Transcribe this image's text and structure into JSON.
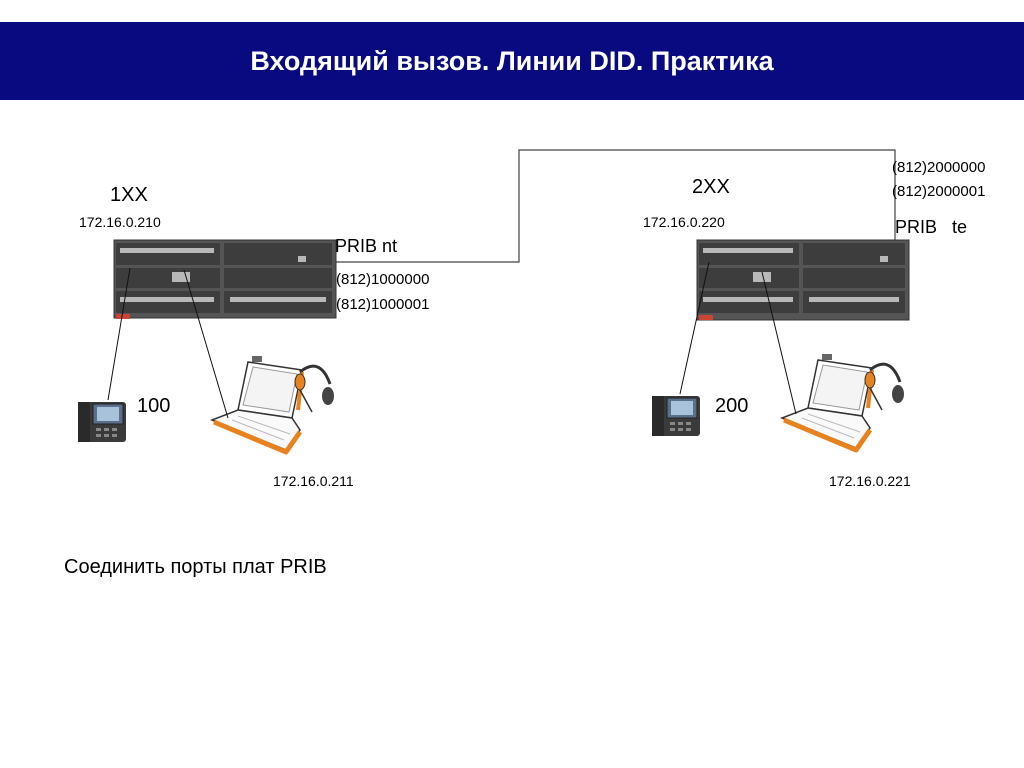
{
  "title": "Входящий вызов. Линии DID. Практика",
  "left": {
    "pbx_name": "1XX",
    "pbx_ip": "172.16.0.210",
    "prib_label": "PRIB  nt",
    "numbers": [
      "(812)1000000",
      "(812)1000001"
    ],
    "phone_ext": "100",
    "pc_ip": "172.16.0.211"
  },
  "right": {
    "pbx_name": "2XX",
    "pbx_ip": "172.16.0.220",
    "prib_label": "PRIB   te",
    "numbers": [
      "(812)2000000",
      "(812)2000001"
    ],
    "phone_ext": "200",
    "pc_ip": "172.16.0.221"
  },
  "instruction": "Соединить порты плат PRIB",
  "colors": {
    "title_bg": "#0a0a80",
    "title_text": "#ffffff",
    "laptop_accent": "#e8821e",
    "chassis": "#4a4a4a"
  }
}
